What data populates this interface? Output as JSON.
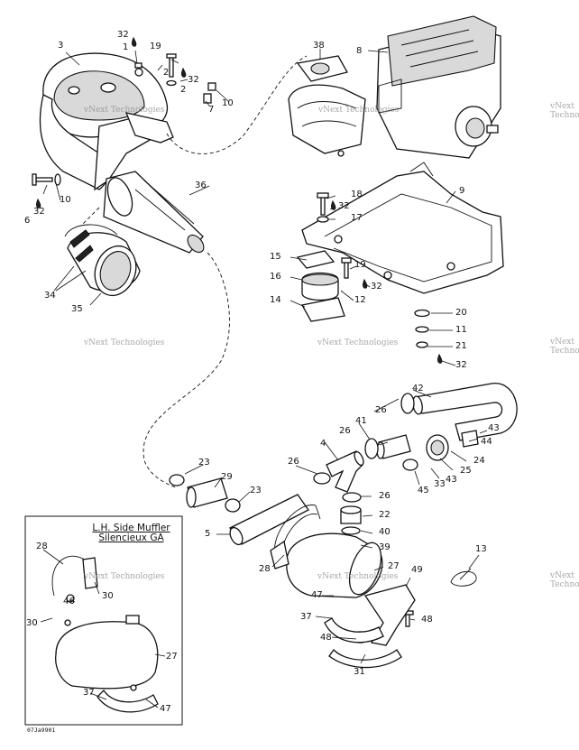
{
  "diagram": {
    "code": "07Ja9901",
    "watermark": "vNext Technologies",
    "inset": {
      "title_line1": "L.H. Side Muffler",
      "title_line2": "Silencieux GA"
    },
    "callouts": {
      "c1": "1",
      "c2a": "2",
      "c2b": "2",
      "c3": "3",
      "c4": "4",
      "c5": "5",
      "c6": "6",
      "c7": "7",
      "c8": "8",
      "c9": "9",
      "c10a": "10",
      "c10b": "10",
      "c11": "11",
      "c12": "12",
      "c13": "13",
      "c14": "14",
      "c15": "15",
      "c16": "16",
      "c17": "17",
      "c18": "18",
      "c19a": "19",
      "c19b": "19",
      "c20": "20",
      "c21": "21",
      "c22": "22",
      "c23a": "23",
      "c23b": "23",
      "c24": "24",
      "c25": "25",
      "c26a": "26",
      "c26b": "26",
      "c26c": "26",
      "c26d": "26",
      "c27a": "27",
      "c27b": "27",
      "c28a": "28",
      "c28b": "28",
      "c29": "29",
      "c30a": "30",
      "c30b": "30",
      "c31": "31",
      "c32a": "32",
      "c32b": "32",
      "c32c": "32",
      "c32d": "32",
      "c32e": "32",
      "c32f": "32",
      "c33": "33",
      "c34": "34",
      "c35": "35",
      "c36": "36",
      "c37a": "37",
      "c37b": "37",
      "c38": "38",
      "c39": "39",
      "c40": "40",
      "c41": "41",
      "c42": "42",
      "c43a": "43",
      "c43b": "43",
      "c44": "44",
      "c45": "45",
      "c46": "46",
      "c47a": "47",
      "c47b": "47",
      "c48a": "48",
      "c48b": "48",
      "c49": "49"
    }
  }
}
